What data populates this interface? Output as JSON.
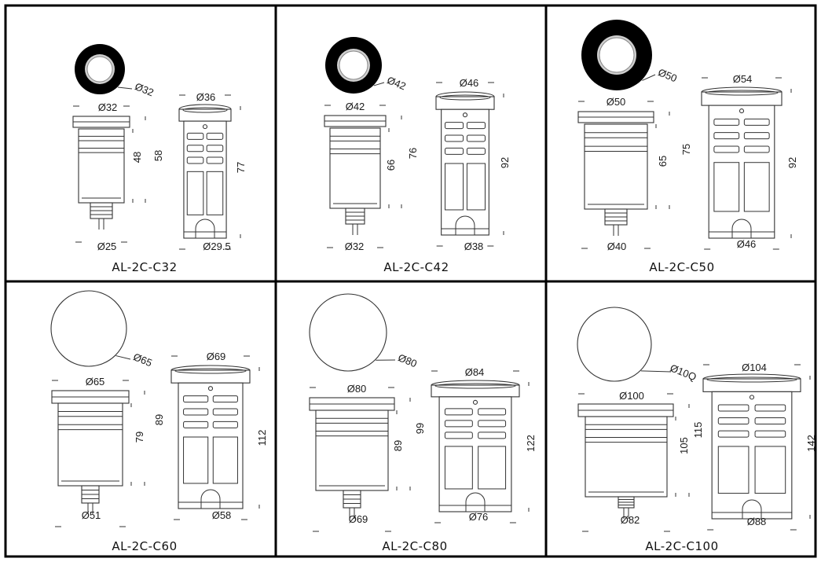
{
  "products": [
    {
      "model": "AL-2C-C32",
      "face": "Ø32",
      "flange": "Ø32",
      "inner_h": "48",
      "outer_h_left": "58",
      "sleeve_top": "Ø36",
      "sleeve_h": "77",
      "gland": "Ø25",
      "sleeve_bottom": "Ø29.5"
    },
    {
      "model": "AL-2C-C42",
      "face": "Ø42",
      "flange": "Ø42",
      "inner_h": "66",
      "outer_h_left": "76",
      "sleeve_top": "Ø46",
      "sleeve_h": "92",
      "gland": "Ø32",
      "sleeve_bottom": "Ø38"
    },
    {
      "model": "AL-2C-C50",
      "face": "Ø50",
      "flange": "Ø50",
      "inner_h": "65",
      "outer_h_left": "75",
      "sleeve_top": "Ø54",
      "sleeve_h": "92",
      "gland": "Ø40",
      "sleeve_bottom": "Ø46"
    },
    {
      "model": "AL-2C-C60",
      "face": "Ø65",
      "flange": "Ø65",
      "inner_h": "79",
      "outer_h_left": "89",
      "sleeve_top": "Ø69",
      "sleeve_h": "112",
      "gland": "Ø51",
      "sleeve_bottom": "Ø58"
    },
    {
      "model": "AL-2C-C80",
      "face": "Ø80",
      "flange": "Ø80",
      "inner_h": "89",
      "outer_h_left": "99",
      "sleeve_top": "Ø84",
      "sleeve_h": "122",
      "gland": "Ø69",
      "sleeve_bottom": "Ø76"
    },
    {
      "model": "AL-2C-C100",
      "face": "Ø10Q",
      "flange": "Ø100",
      "inner_h": "105",
      "outer_h_left": "115",
      "sleeve_top": "Ø104",
      "sleeve_h": "142",
      "gland": "Ø82",
      "sleeve_bottom": "Ø88"
    }
  ]
}
